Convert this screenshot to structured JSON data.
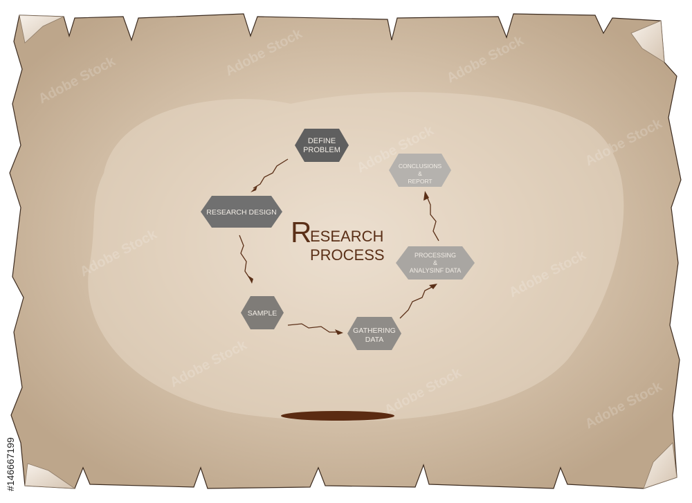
{
  "title": {
    "initial": "R",
    "line1_rest": "ESEARCH",
    "line2": "PROCESS"
  },
  "steps": [
    {
      "id": "define",
      "lines": [
        "DEFINE",
        "PROBLEM"
      ],
      "color": "#5f5f5f"
    },
    {
      "id": "conclusions",
      "lines": [
        "CONCLUSIONS",
        "&",
        "REPORT"
      ],
      "color": "#b5b2ae"
    },
    {
      "id": "processing",
      "lines": [
        "PROCESSING",
        "&",
        "ANALYSINF DATA"
      ],
      "color": "#a9a6a2"
    },
    {
      "id": "gathering",
      "lines": [
        "GATHERING",
        "DATA"
      ],
      "color": "#8f8c88"
    },
    {
      "id": "sample",
      "lines": [
        "SAMPLE"
      ],
      "color": "#7f7c78"
    },
    {
      "id": "design",
      "lines": [
        "RESEARCH DESIGN"
      ],
      "color": "#707070"
    }
  ],
  "watermark": {
    "text": "Adobe Stock",
    "id": "#146667199"
  },
  "colors": {
    "paper": "#c9b59b",
    "paper_light": "#eadccb",
    "title": "#5a2f17",
    "shadow": "#5b2b12",
    "arrow": "#5a2f17"
  }
}
